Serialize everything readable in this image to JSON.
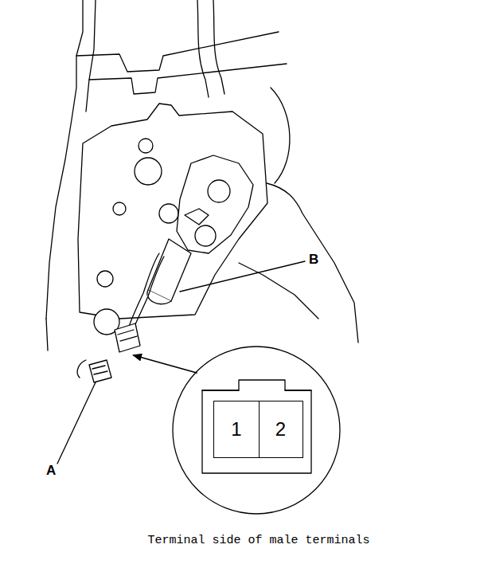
{
  "diagram": {
    "caption": "Terminal side of male terminals",
    "nodes": [
      {
        "text": [
          "1"
        ]
      },
      {
        "text": [
          "2"
        ]
      }
    ],
    "labels": [
      "B",
      "A"
    ]
  }
}
